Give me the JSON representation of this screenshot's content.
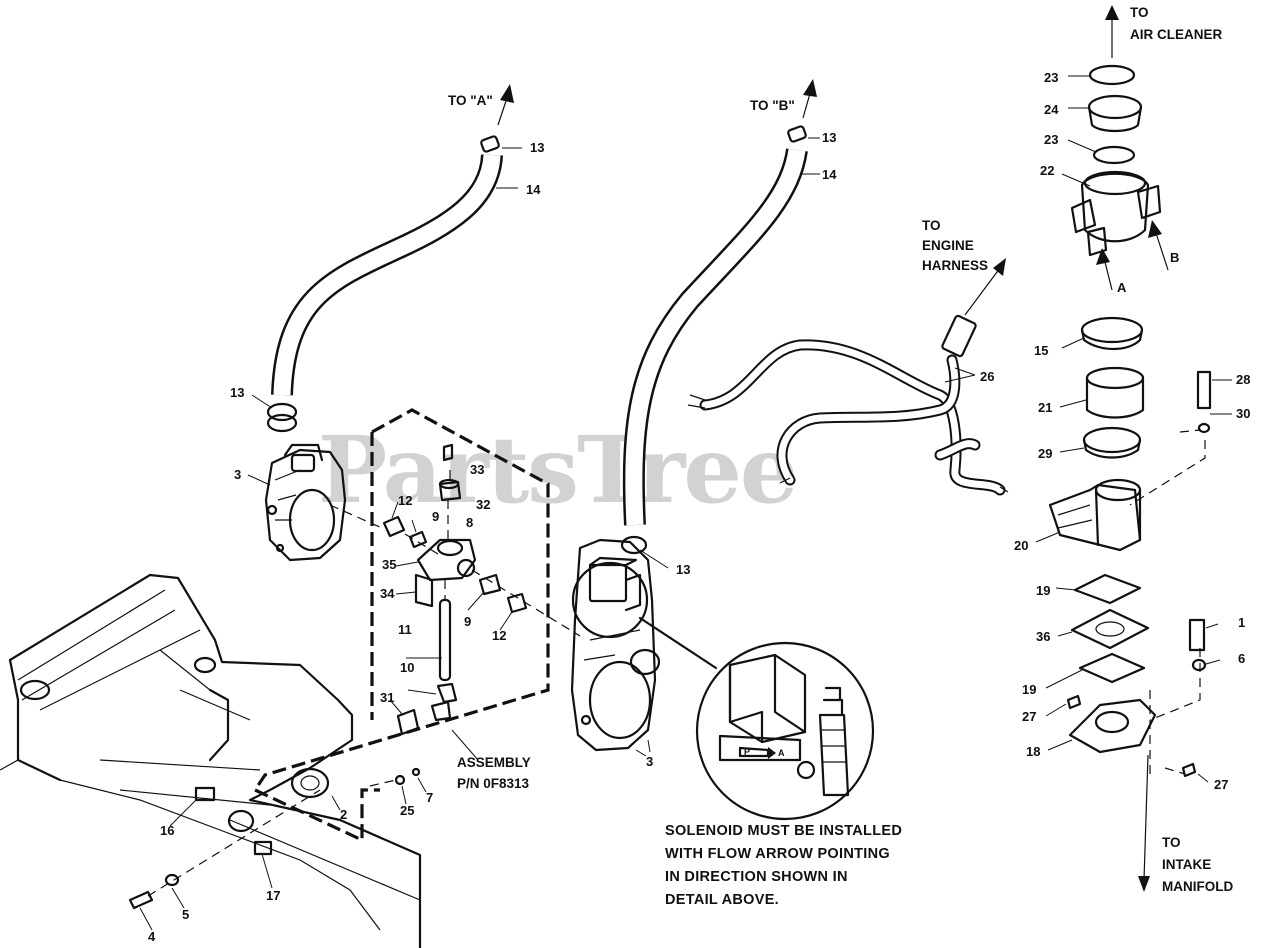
{
  "watermark": "PartsTree",
  "flow_labels": {
    "to_a": "TO \"A\"",
    "to_b": "TO \"B\"",
    "to_air_cleaner_1": "TO",
    "to_air_cleaner_2": "AIR CLEANER",
    "to_engine_harness_1": "TO",
    "to_engine_harness_2": "ENGINE",
    "to_engine_harness_3": "HARNESS",
    "to_intake_1": "TO",
    "to_intake_2": "INTAKE",
    "to_intake_3": "MANIFOLD",
    "arrow_a": "A",
    "arrow_b": "B"
  },
  "assembly": {
    "line1": "ASSEMBLY",
    "line2": "P/N 0F8313"
  },
  "note": {
    "line1": "SOLENOID MUST BE INSTALLED",
    "line2": "WITH FLOW ARROW POINTING",
    "line3": "IN DIRECTION SHOWN IN",
    "line4": "DETAIL ABOVE."
  },
  "callouts": [
    "13",
    "14",
    "13",
    "14",
    "23",
    "24",
    "23",
    "22",
    "15",
    "21",
    "29",
    "28",
    "30",
    "26",
    "13",
    "3",
    "33",
    "32",
    "12",
    "9",
    "8",
    "35",
    "34",
    "11",
    "10",
    "31",
    "9",
    "12",
    "13",
    "3",
    "20",
    "19",
    "36",
    "1",
    "6",
    "19",
    "27",
    "18",
    "27",
    "2",
    "25",
    "7",
    "16",
    "17",
    "5",
    "4"
  ]
}
